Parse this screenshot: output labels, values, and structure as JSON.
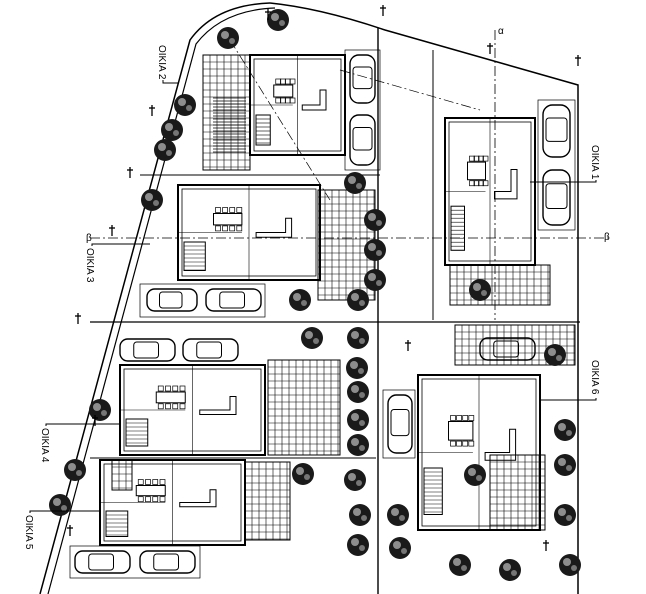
{
  "drawing": {
    "labels": {
      "house1": "ΟΙΚΙΑ 1",
      "house2": "ΟΙΚΙΑ 2",
      "house3": "ΟΙΚΙΑ 3",
      "house4": "ΟΙΚΙΑ 4",
      "house5": "ΟΙΚΙΑ 5",
      "house6": "ΟΙΚΙΑ 6"
    },
    "section_marks": {
      "beta_left": "β",
      "beta_right": "β",
      "alpha_top": "α"
    },
    "colors": {
      "line": "#000000",
      "background": "#ffffff"
    }
  }
}
